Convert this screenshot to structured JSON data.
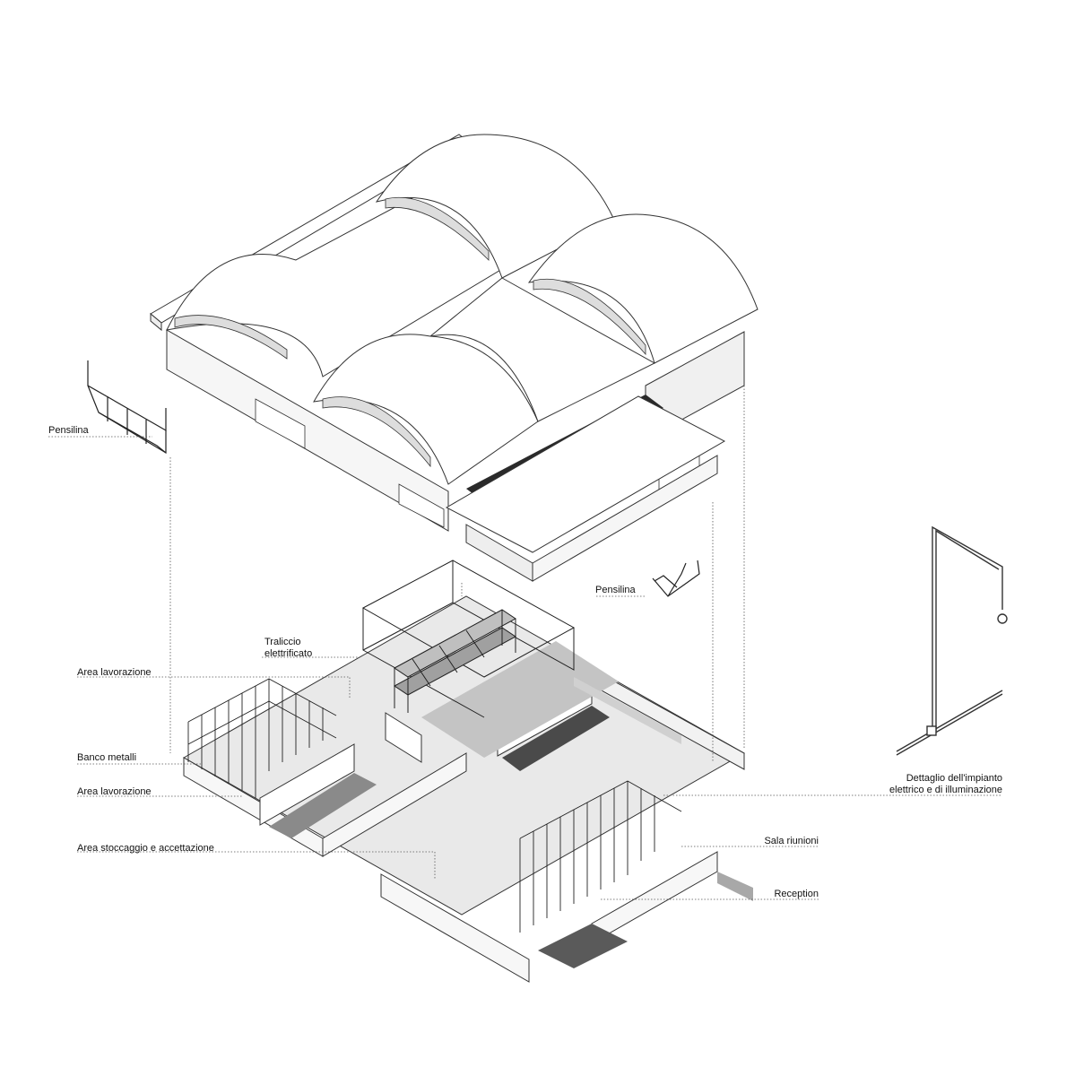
{
  "labels": {
    "pensilina_left": "Pensilina",
    "pensilina_right": "Pensilina",
    "traliccio_line1": "Traliccio",
    "traliccio_line2": "elettrificato",
    "area_lavorazione_1": "Area lavorazione",
    "banco_metalli": "Banco metalli",
    "area_lavorazione_2": "Area lavorazione",
    "area_stoccaggio": "Area stoccaggio e accettazione",
    "dettaglio_line1": "Dettaglio dell'impianto",
    "dettaglio_line2": "elettrico e di illuminazione",
    "sala_riunioni": "Sala riunioni",
    "reception": "Reception"
  },
  "colors": {
    "ink": "#111111",
    "line": "#333333",
    "shadow": "#bcbcbc",
    "floor": "#e9e9e9",
    "wall": "#f7f7f7",
    "roof": "#ffffff",
    "leader": "#555555"
  }
}
